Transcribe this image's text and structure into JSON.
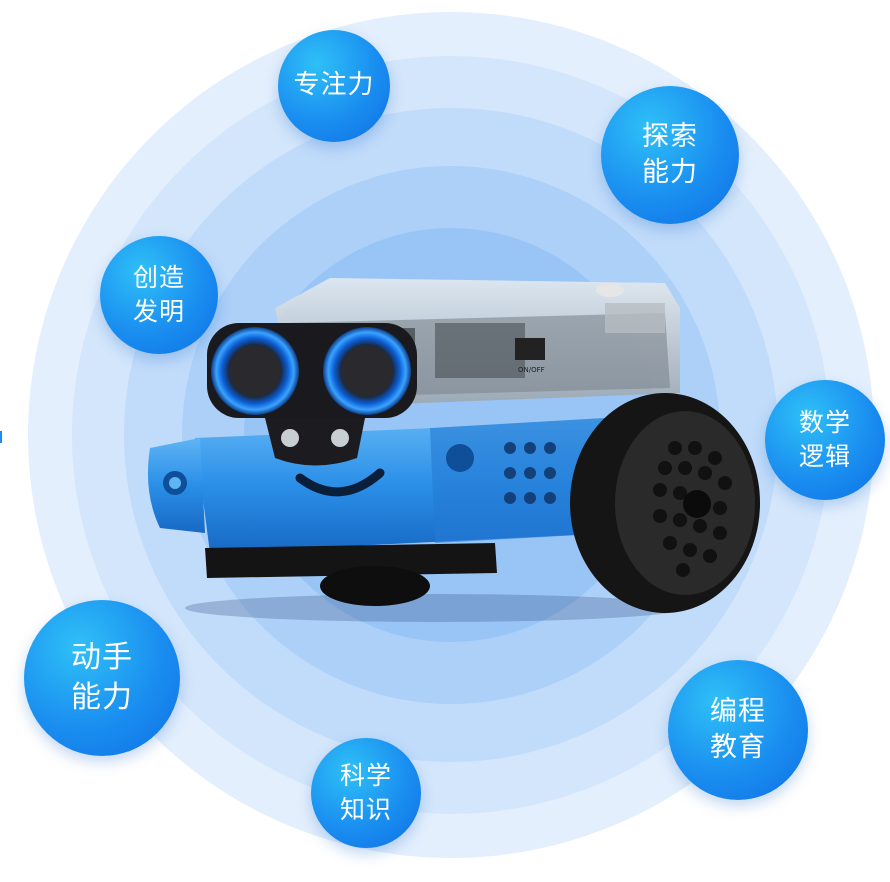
{
  "bubbles": [
    {
      "id": "focus",
      "lines": [
        "专注力"
      ]
    },
    {
      "id": "explore",
      "lines": [
        "探索",
        "能力"
      ]
    },
    {
      "id": "create",
      "lines": [
        "创造",
        "发明"
      ]
    },
    {
      "id": "logic",
      "lines": [
        "数学",
        "逻辑"
      ]
    },
    {
      "id": "hands",
      "lines": [
        "动手",
        "能力"
      ]
    },
    {
      "id": "code",
      "lines": [
        "编程",
        "教育"
      ]
    },
    {
      "id": "science",
      "lines": [
        "科学",
        "知识"
      ]
    }
  ],
  "robot": {
    "switch_label": "ON/OFF"
  },
  "colors": {
    "ring_outer": "#e3effd",
    "ring_inner": "#98c5f6",
    "bubble": "#1a8ef0",
    "chassis": "#2a8fe8"
  }
}
